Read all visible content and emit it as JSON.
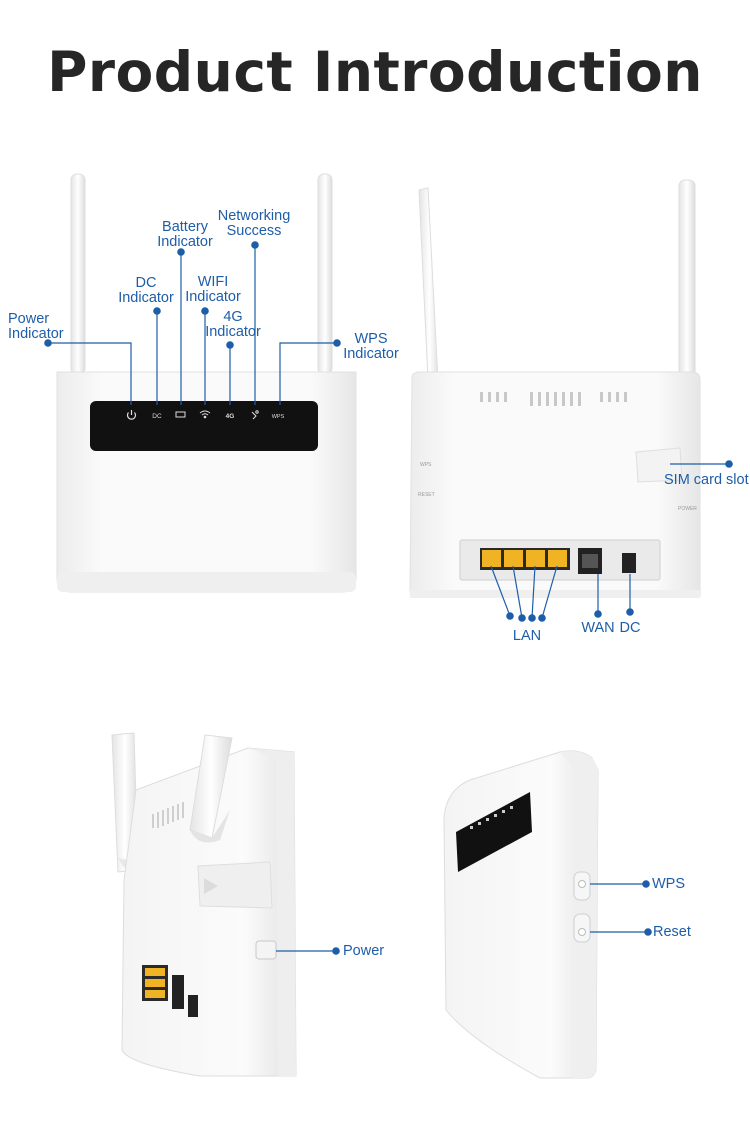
{
  "title": "Product Introduction",
  "front_view": {
    "labels": {
      "power": [
        "Power",
        "Indicator"
      ],
      "dc": [
        "DC",
        "Indicator"
      ],
      "battery": [
        "Battery",
        "Indicator"
      ],
      "wifi": [
        "WIFI",
        "Indicator"
      ],
      "g4": [
        "4G",
        "Indicator"
      ],
      "networking": [
        "Networking",
        "Success"
      ],
      "wps": [
        "WPS",
        "Indicator"
      ]
    },
    "panel_icons": {
      "dc": "DC",
      "g4": "4G",
      "wps": "WPS"
    }
  },
  "back_view": {
    "labels": {
      "sim": "SIM card slot",
      "lan": "LAN",
      "wan": "WAN",
      "dc": "DC"
    },
    "side_marks": {
      "wps": "WPS",
      "reset": "RESET",
      "power": "POWER"
    }
  },
  "side_view": {
    "labels": {
      "power": "Power"
    }
  },
  "angle_view": {
    "labels": {
      "wps": "WPS",
      "reset": "Reset"
    }
  },
  "colors": {
    "accent": "#1e5ea8",
    "title": "#262626",
    "device": "#f7f7f7",
    "panel": "#111111",
    "port": "#f0b323"
  }
}
